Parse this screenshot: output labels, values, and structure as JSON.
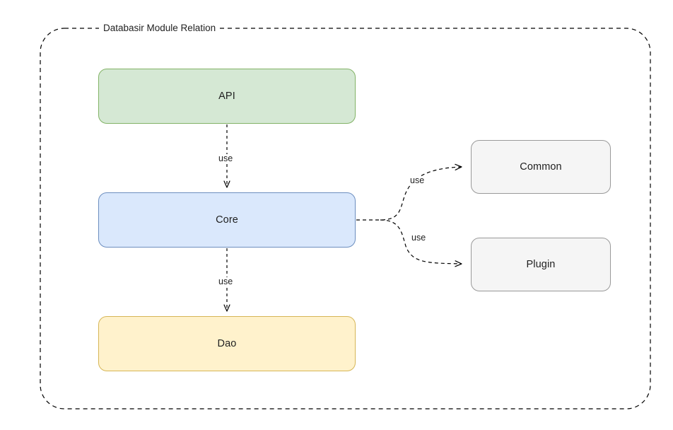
{
  "diagram": {
    "title": "Databasir Module Relation",
    "container": {
      "name": "module-relation-container",
      "border_style": "dashed",
      "border_color": "#000000"
    },
    "nodes": [
      {
        "id": "api",
        "label": "API",
        "fill": "#d5e8d4",
        "stroke": "#82b366"
      },
      {
        "id": "core",
        "label": "Core",
        "fill": "#dae8fc",
        "stroke": "#6c8ebf"
      },
      {
        "id": "dao",
        "label": "Dao",
        "fill": "#fff2cc",
        "stroke": "#d6b656"
      },
      {
        "id": "common",
        "label": "Common",
        "fill": "#f5f5f5",
        "stroke": "#999999"
      },
      {
        "id": "plugin",
        "label": "Plugin",
        "fill": "#f5f5f5",
        "stroke": "#999999"
      }
    ],
    "edges": [
      {
        "id": "api-core",
        "from": "API",
        "to": "Core",
        "label": "use",
        "style": "dashed"
      },
      {
        "id": "core-dao",
        "from": "Core",
        "to": "Dao",
        "label": "use",
        "style": "dashed"
      },
      {
        "id": "core-common",
        "from": "Core",
        "to": "Common",
        "label": "use",
        "style": "dashed"
      },
      {
        "id": "core-plugin",
        "from": "Core",
        "to": "Plugin",
        "label": "use",
        "style": "dashed"
      }
    ]
  }
}
